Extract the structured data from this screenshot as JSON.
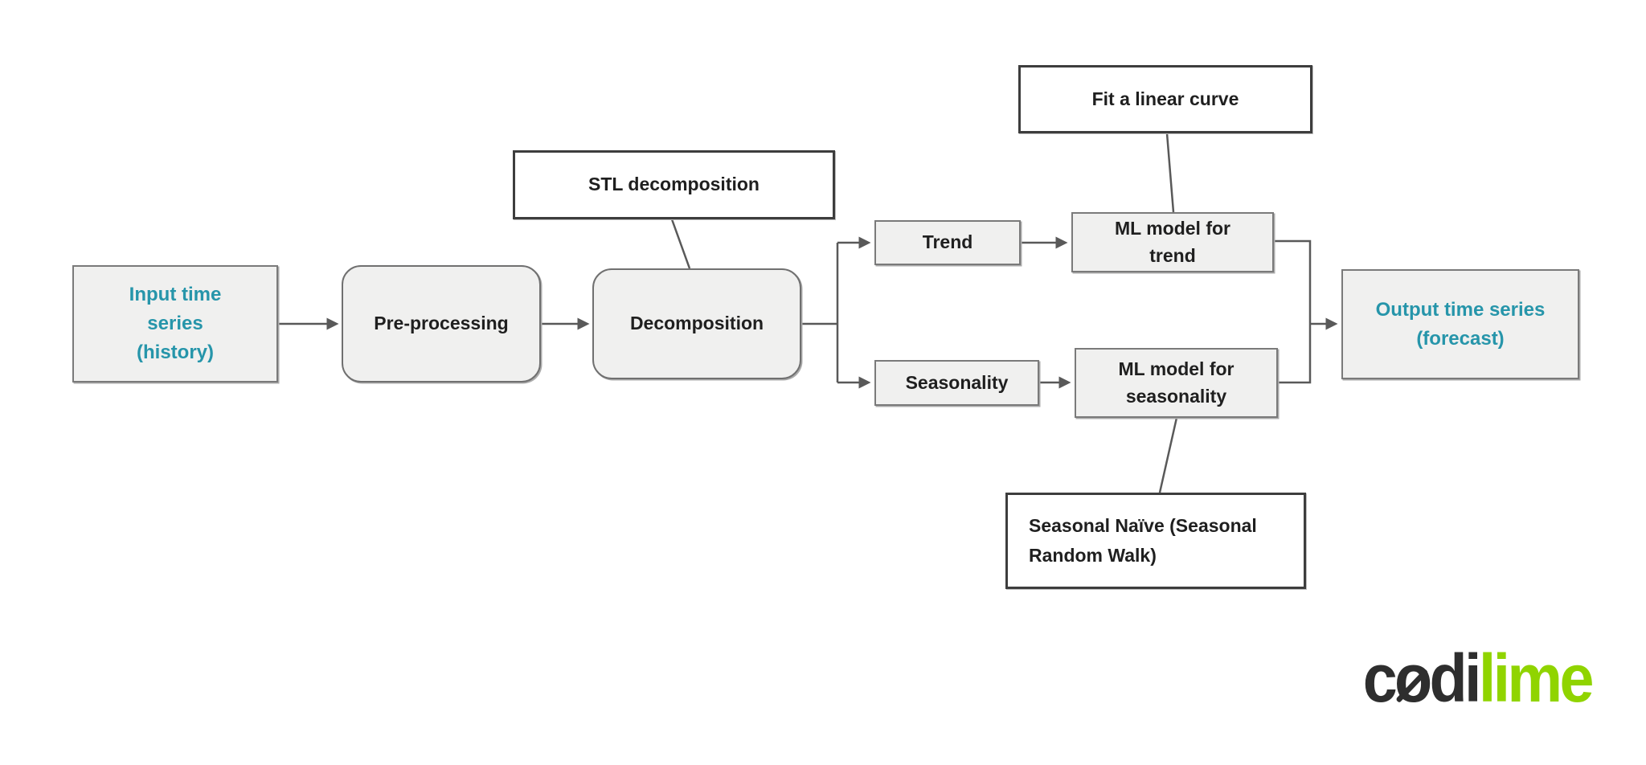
{
  "diagram": {
    "title_implicit": "Time series forecasting pipeline",
    "nodes": {
      "input": {
        "lines": [
          "Input time",
          "series",
          "(history)"
        ]
      },
      "preprocessing": {
        "label": "Pre-processing"
      },
      "stl_note": {
        "label": "STL decomposition"
      },
      "decomposition": {
        "label": "Decomposition"
      },
      "trend": {
        "label": "Trend"
      },
      "ml_trend": {
        "lines": [
          "ML model for",
          "trend"
        ]
      },
      "fit_note": {
        "label": "Fit a linear curve"
      },
      "seasonality": {
        "label": "Seasonality"
      },
      "ml_seasonality": {
        "lines": [
          "ML model for",
          "seasonality"
        ]
      },
      "naive_note": {
        "lines": [
          "Seasonal Naïve (Seasonal",
          "Random Walk)"
        ]
      },
      "output": {
        "lines": [
          "Output time series",
          "(forecast)"
        ]
      }
    },
    "edges": [
      {
        "from": "input",
        "to": "preprocessing",
        "style": "arrow"
      },
      {
        "from": "preprocessing",
        "to": "decomposition",
        "style": "arrow"
      },
      {
        "from": "decomposition",
        "to": "trend",
        "style": "arrow"
      },
      {
        "from": "decomposition",
        "to": "seasonality",
        "style": "arrow"
      },
      {
        "from": "trend",
        "to": "ml_trend",
        "style": "arrow"
      },
      {
        "from": "seasonality",
        "to": "ml_seasonality",
        "style": "arrow"
      },
      {
        "from": "ml_trend",
        "to": "output",
        "style": "arrow"
      },
      {
        "from": "ml_seasonality",
        "to": "output",
        "style": "arrow"
      },
      {
        "from": "stl_note",
        "to": "decomposition",
        "style": "plain"
      },
      {
        "from": "fit_note",
        "to": "ml_trend",
        "style": "plain"
      },
      {
        "from": "naive_note",
        "to": "ml_seasonality",
        "style": "plain"
      }
    ],
    "colors": {
      "accent_teal": "#2695aa",
      "node_fill": "#f0f0ef",
      "node_border": "#7a7a7a",
      "note_border": "#3d3d3d",
      "connector_gray": "#595959",
      "logo_dark": "#2e2e2e",
      "logo_green": "#90d400"
    }
  },
  "logo": {
    "part_c": "c",
    "part_o": "o",
    "part_di": "di",
    "part_lime": "lime",
    "full_name": "codilime"
  }
}
